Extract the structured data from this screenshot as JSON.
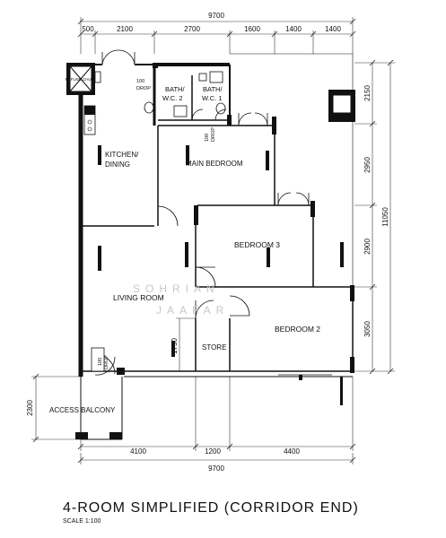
{
  "title": "4-ROOM SIMPLIFIED (CORRIDOR END)",
  "scale": "SCALE  1:100",
  "watermark": {
    "line1": "SOHRIAN",
    "line2": "JAAFAR"
  },
  "rooms": {
    "refuse_chute": "REFUSE CHUTE",
    "kitchen": "KITCHEN/",
    "dining": "DINING",
    "bath_wc_2a": "BATH/",
    "bath_wc_2b": "W.C. 2",
    "bath_wc_1a": "BATH/",
    "bath_wc_1b": "W.C. 1",
    "main_bedroom": "MAIN BEDROOM",
    "bedroom_3": "BEDROOM 3",
    "living_room": "LIVING ROOM",
    "store": "STORE",
    "bedroom_2": "BEDROOM 2",
    "access_balcony": "ACCESS BALCONY"
  },
  "drops": {
    "drop1_a": "100",
    "drop1_b": "DROP",
    "drop2_a": "100",
    "drop2_b": "DROP",
    "drop3_a": "100",
    "drop3_b": "DROP"
  },
  "dimensions": {
    "top_total": "9700",
    "top_segments": [
      "500",
      "2100",
      "2700",
      "1600",
      "1400",
      "1400"
    ],
    "right_segments": [
      "2150",
      "2950",
      "2900",
      "3050"
    ],
    "right_total": "11050",
    "bottom_segments": [
      "4100",
      "1200",
      "4400"
    ],
    "bottom_total": "9700",
    "left_balcony": "2300",
    "store_inner": "1750"
  }
}
